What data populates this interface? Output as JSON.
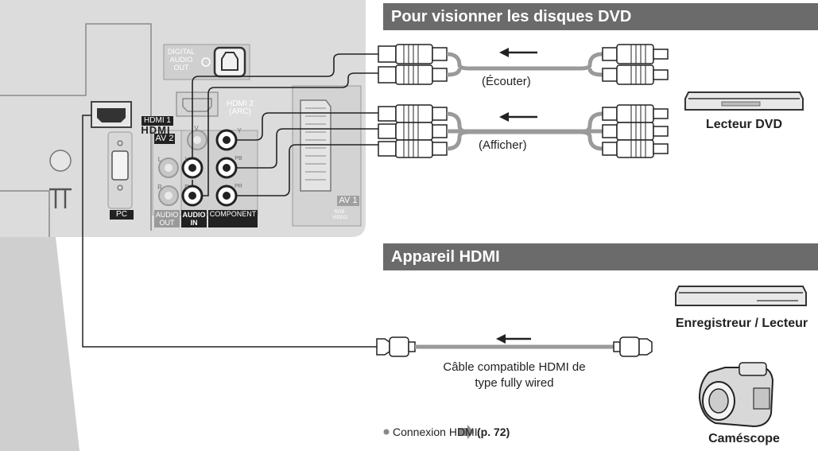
{
  "sections": {
    "dvd": {
      "title": "Pour visionner les disques DVD",
      "listen_label": "(Écouter)",
      "view_label": "(Afficher)"
    },
    "hdmi": {
      "title": "Appareil HDMI",
      "cable_label_line1": "Câble compatible HDMI de",
      "cable_label_line2": "type fully wired"
    }
  },
  "devices": {
    "dvd_player": "Lecteur DVD",
    "recorder_player": "Enregistreur / Lecteur",
    "camcorder": "Caméscope"
  },
  "panel": {
    "digital_audio_out": [
      "DIGITAL",
      "AUDIO",
      "OUT"
    ],
    "hdmi1": "HDMI 1",
    "hdmi_logo": "HDMI",
    "hdmi2": [
      "HDMI 2",
      "(ARC)"
    ],
    "av2": "AV 2",
    "pc": "PC",
    "audio_out": [
      "AUDIO",
      "OUT"
    ],
    "audio_in": [
      "AUDIO",
      "IN"
    ],
    "component": "COMPONENT",
    "av1": "AV 1",
    "av1_sub": [
      "RGB",
      "VIDEO"
    ],
    "jack_v": "V",
    "jack_l": "L",
    "jack_r": "R",
    "jack_y": "Y",
    "jack_pb": "PB",
    "jack_pr": "PR"
  },
  "note": {
    "text": "Connexion HDMI",
    "ref": "(p. 72)"
  },
  "colors": {
    "panel_bg": "#dcdcdc",
    "header_bg": "#6b6b6b",
    "cable": "#9a9a9a",
    "label_dark": "#222222"
  }
}
